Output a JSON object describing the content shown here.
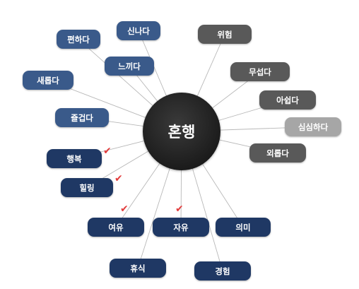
{
  "diagram": {
    "center_label": "혼행",
    "colors": {
      "hub": "#1c1c1c",
      "navy": "#1f3864",
      "steel": "#3a5a8a",
      "dark_gray": "#595959",
      "light_gray": "#a6a6a6",
      "check": "#e23b3b",
      "line": "#b8b8b8"
    },
    "nodes": [
      {
        "label": "편하다",
        "style": "steel",
        "checked": false
      },
      {
        "label": "신나다",
        "style": "steel",
        "checked": false
      },
      {
        "label": "느끼다",
        "style": "steel",
        "checked": false
      },
      {
        "label": "새롭다",
        "style": "steel",
        "checked": false
      },
      {
        "label": "즐겁다",
        "style": "steel",
        "checked": false
      },
      {
        "label": "행복",
        "style": "navy",
        "checked": true
      },
      {
        "label": "힐링",
        "style": "navy",
        "checked": true
      },
      {
        "label": "여유",
        "style": "navy",
        "checked": true
      },
      {
        "label": "자유",
        "style": "navy",
        "checked": true
      },
      {
        "label": "휴식",
        "style": "navy",
        "checked": false
      },
      {
        "label": "경험",
        "style": "navy",
        "checked": false
      },
      {
        "label": "의미",
        "style": "navy",
        "checked": false
      },
      {
        "label": "위험",
        "style": "dark_gray",
        "checked": false
      },
      {
        "label": "무섭다",
        "style": "dark_gray",
        "checked": false
      },
      {
        "label": "아쉽다",
        "style": "dark_gray",
        "checked": false
      },
      {
        "label": "심심하다",
        "style": "light_gray",
        "checked": false
      },
      {
        "label": "외롭다",
        "style": "dark_gray",
        "checked": false
      }
    ]
  }
}
